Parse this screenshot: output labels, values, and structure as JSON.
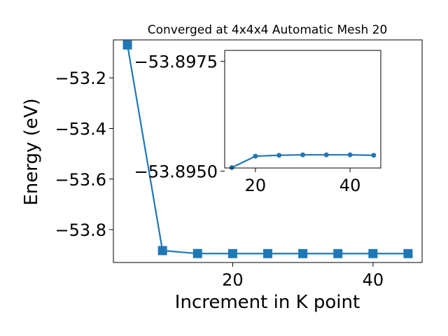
{
  "chart_data": [
    {
      "type": "line",
      "title": "Converged at 4x4x4 Automatic Mesh 20",
      "xlabel": "Increment in K point",
      "ylabel": "Energy (eV)",
      "xlim": [
        3,
        47
      ],
      "ylim": [
        -53.93,
        -53.05
      ],
      "xticks": [
        20,
        40
      ],
      "xtick_labels": [
        "20",
        "40"
      ],
      "yticks": [
        -53.2,
        -53.4,
        -53.6,
        -53.8
      ],
      "ytick_labels": [
        "−53.2",
        "−53.4",
        "−53.6",
        "−53.8"
      ],
      "grid": false,
      "color": "#1f77b4",
      "marker": "square",
      "series": [
        {
          "x": [
            5,
            10,
            15,
            20,
            25,
            30,
            35,
            40,
            45
          ],
          "y": [
            -53.07,
            -53.883,
            -53.8945,
            -53.8948,
            -53.8948,
            -53.8948,
            -53.8948,
            -53.8948,
            -53.8948
          ]
        }
      ]
    },
    {
      "type": "line",
      "title": "",
      "xlabel": "",
      "ylabel": "",
      "xlim": [
        13.5,
        46.5
      ],
      "ylim": [
        -53.89507,
        -53.89775
      ],
      "xticks": [
        20,
        40
      ],
      "xtick_labels": [
        "20",
        "40"
      ],
      "yticks": [
        -53.8975,
        -53.895
      ],
      "ytick_labels": [
        "−53.8975",
        "−53.8950"
      ],
      "grid": false,
      "color": "#1f77b4",
      "marker": "circle",
      "series": [
        {
          "x": [
            15,
            20,
            25,
            30,
            35,
            40,
            45
          ],
          "y": [
            -53.89508,
            -53.89534,
            -53.89536,
            -53.89537,
            -53.89537,
            -53.89537,
            -53.89536
          ]
        }
      ]
    }
  ]
}
